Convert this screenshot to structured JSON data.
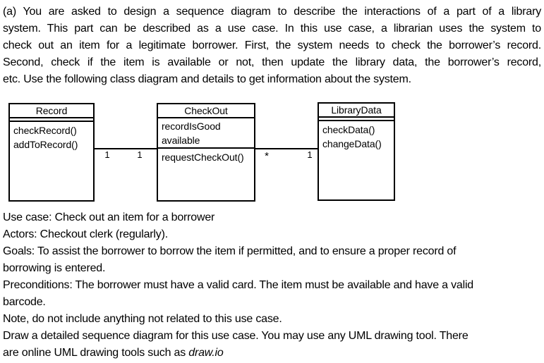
{
  "intro_paragraph": {
    "justified_lines": [
      "(a) You are asked to design a sequence diagram to describe the interactions of a part of a library",
      "system. This part can be described as a use case. In this use case, a librarian uses the system to",
      "check out an item for a legitimate borrower. First, the system needs to check the borrower’s record.",
      "Second, check if the item is available or not, then update the library data, the borrower’s record,"
    ],
    "last_line": "etc. Use the following class diagram and details to get information about the system."
  },
  "class_diagram": {
    "classes": [
      {
        "name": "Record",
        "attributes": [],
        "methods": [
          "checkRecord()",
          "addToRecord()"
        ]
      },
      {
        "name": "CheckOut",
        "attributes": [
          "recordIsGood",
          "available"
        ],
        "methods": [
          "requestCheckOut()"
        ]
      },
      {
        "name": "LibraryData",
        "attributes": [],
        "methods": [
          "checkData()",
          "changeData()"
        ]
      }
    ],
    "associations": [
      {
        "from": "Record",
        "to": "CheckOut",
        "from_multiplicity": "1",
        "to_multiplicity": "1"
      },
      {
        "from": "CheckOut",
        "to": "LibraryData",
        "from_multiplicity": "*",
        "to_multiplicity": "1"
      }
    ]
  },
  "details": {
    "lines": [
      "Use case: Check out an item for a borrower",
      "Actors: Checkout clerk (regularly).",
      "Goals: To assist the borrower to borrow the item if permitted, and to ensure a proper record of",
      "borrowing is entered.",
      "Preconditions: The borrower must have a valid card. The item must be available and have a valid",
      "barcode.",
      "Note, do not include anything not related to this use case.",
      "Draw a detailed sequence diagram for this use case. You may use any UML drawing tool. There"
    ],
    "last_line_prefix": "are online UML drawing tools such as ",
    "last_line_italic": "draw.io"
  }
}
